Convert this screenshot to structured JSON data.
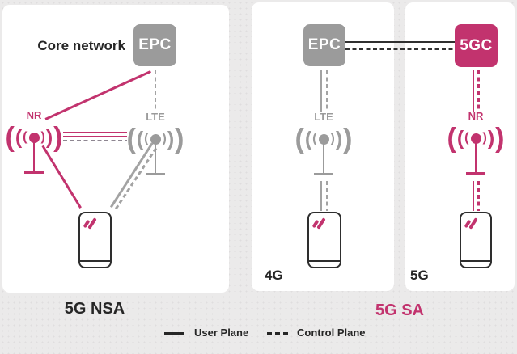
{
  "colors": {
    "magenta": "#c2336e",
    "gray": "#9b9b9b",
    "line_gray": "#a3a3a3",
    "line_mauve": "#8e8691",
    "dark": "#303030",
    "text_dark": "#262626",
    "background": "#ebeaea",
    "panel": "#ffffff"
  },
  "nsa_panel": {
    "core_network_label": "Core network",
    "epc": "EPC",
    "nr": "NR",
    "lte": "LTE",
    "caption": "5G NSA"
  },
  "sa_4g_panel": {
    "epc": "EPC",
    "lte": "LTE",
    "caption": "4G"
  },
  "sa_5g_panel": {
    "core": "5GC",
    "nr": "NR",
    "caption": "5G"
  },
  "sa_caption": "5G SA",
  "legend": {
    "user_plane": "User Plane",
    "control_plane": "Control Plane"
  }
}
